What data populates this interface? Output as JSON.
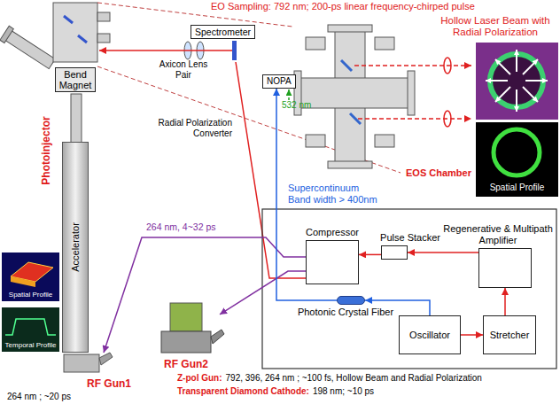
{
  "diagram": {
    "nodes": [
      {
        "text": [
          "Spectrometer"
        ]
      },
      {
        "text": [
          "NOPA"
        ]
      },
      {
        "text": [
          "Bend Magnet"
        ]
      },
      {
        "text": [
          "Accelerator"
        ]
      },
      {
        "text": [
          "RF Gun1"
        ]
      },
      {
        "text": [
          "RF Gun2"
        ]
      },
      {
        "text": [
          "Photonic Crystal Fiber"
        ]
      },
      {
        "text": [
          "Compressor"
        ]
      },
      {
        "text": [
          "Pulse Stacker"
        ]
      },
      {
        "text": [
          "Regenerative & Multipath Amplifier"
        ]
      },
      {
        "text": [
          "Oscillator"
        ]
      },
      {
        "text": [
          "Stretcher"
        ]
      }
    ],
    "edges": [
      {
        "from": 7,
        "to": 4,
        "arrow": "to"
      },
      {
        "from": 7,
        "to": 5,
        "arrow": "to"
      },
      {
        "from": 10,
        "to": 11,
        "arrow": "to"
      },
      {
        "from": 11,
        "to": 9,
        "arrow": "to"
      },
      {
        "from": 9,
        "to": 8,
        "arrow": "to"
      },
      {
        "from": 8,
        "to": 7,
        "arrow": "to"
      },
      {
        "from": 10,
        "to": 6,
        "arrow": "to"
      },
      {
        "from": 6,
        "to": 1,
        "arrow": "to"
      }
    ],
    "labels": [
      "EO Sampling: 792 nm; 200-ps linear frequency-chirped pulse",
      "Hollow Laser Beam with Radial Polarization",
      "Axicon Lens Pair",
      "Radial Polarization Converter",
      "532 nm",
      "Photoinjector",
      "Supercontinuum Band width > 400nm",
      "EOS Chamber",
      "Spatial Profile",
      "Spatial Profile",
      "Temporal Profile",
      "264 nm, 4~32 ps",
      "264 nm ; ~20 ps",
      "Z-pol Gun:",
      "792, 396, 264 nm ; ~100 fs, Hollow Beam and Radial Polarization",
      "Transparent Diamond Cathode:",
      "198 nm; ~10 ps"
    ]
  }
}
